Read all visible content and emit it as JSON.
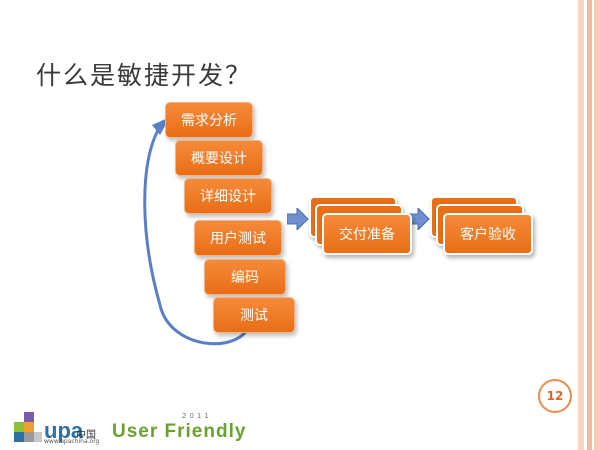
{
  "slide": {
    "title": "什么是敏捷开发？",
    "page_number": "12"
  },
  "steps": [
    {
      "label": "需求分析"
    },
    {
      "label": "概要设计"
    },
    {
      "label": "详细设计"
    },
    {
      "label": "用户测试"
    },
    {
      "label": "编码"
    },
    {
      "label": "测试"
    }
  ],
  "stages": [
    {
      "label": "交付准备"
    },
    {
      "label": "客户验收"
    }
  ],
  "footer": {
    "upa_brand": "upa",
    "upa_cn": "中国",
    "upa_url": "www.upachina.org",
    "event_name": "User Friendly",
    "event_year": "2011"
  },
  "colors": {
    "accent_orange": "#e96e16",
    "loop_arrow": "#5b7fc7",
    "flow_arrow": "#6f8fd0",
    "brand_blue": "#2d6fa8",
    "brand_green": "#6aa32c"
  }
}
